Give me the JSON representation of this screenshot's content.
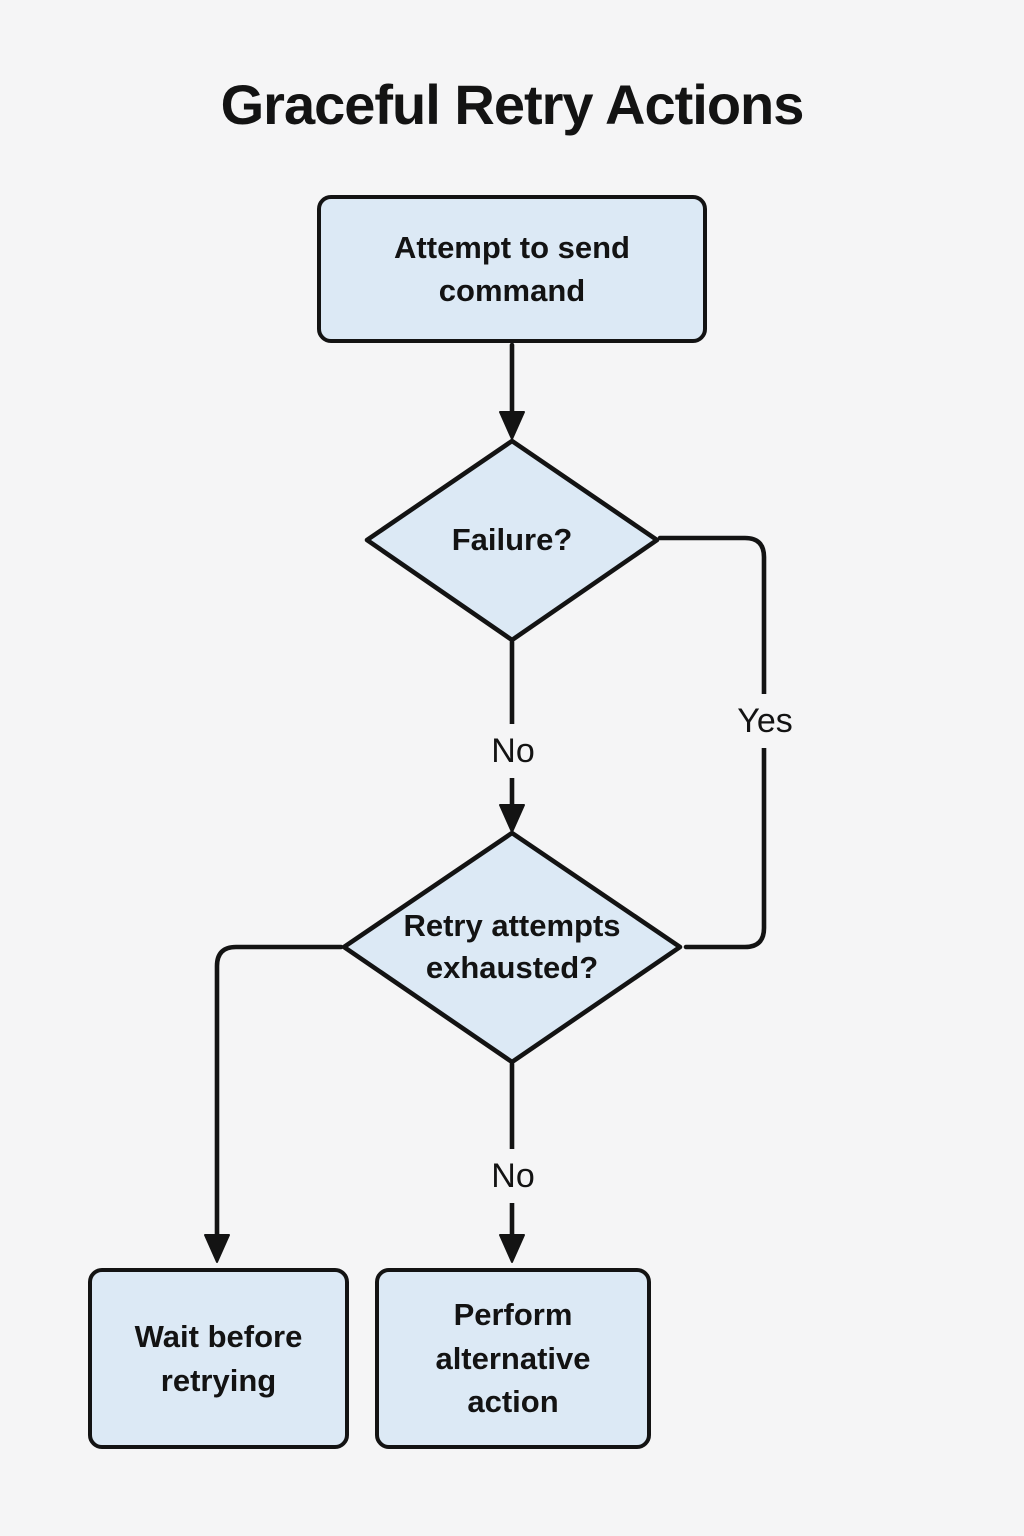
{
  "title": "Graceful Retry Actions",
  "colors": {
    "background": "#f5f5f6",
    "node_fill": "#dce9f5",
    "node_border": "#131313",
    "line": "#131313",
    "text": "#131313"
  },
  "chart_type": "flowchart",
  "nodes": {
    "attempt": {
      "label": "Attempt to send command",
      "shape": "rectangle"
    },
    "failure": {
      "label": "Failure?",
      "shape": "diamond"
    },
    "retry_exhausted": {
      "label": "Retry attempts exhausted?",
      "shape": "diamond"
    },
    "wait": {
      "label": "Wait before retrying",
      "shape": "rectangle"
    },
    "alternative": {
      "label": "Perform alternative action",
      "shape": "rectangle"
    }
  },
  "edges": {
    "attempt_to_failure": {
      "from": "attempt",
      "to": "failure",
      "label": ""
    },
    "failure_to_retry_down": {
      "from": "failure",
      "to": "retry_exhausted",
      "label": "No"
    },
    "failure_to_retry_right": {
      "from": "failure",
      "to": "retry_exhausted",
      "label": "Yes"
    },
    "retry_to_wait": {
      "from": "retry_exhausted",
      "to": "wait",
      "label": ""
    },
    "retry_to_alternative": {
      "from": "retry_exhausted",
      "to": "alternative",
      "label": "No"
    }
  }
}
